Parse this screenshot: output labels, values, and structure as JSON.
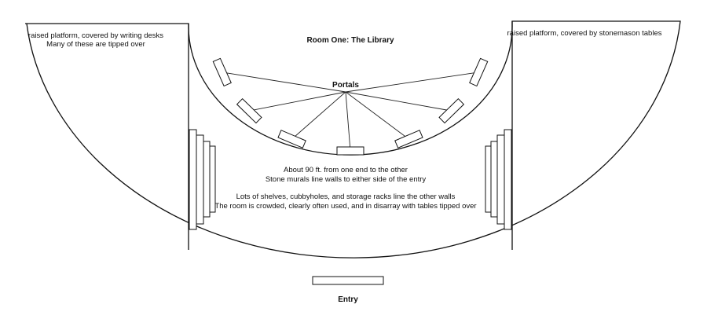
{
  "title": "Room One: The Library",
  "left_platform": {
    "line1": "raised platform, covered by writing desks",
    "line2": "Many of these are tipped over"
  },
  "right_platform": {
    "line1": "raised platform, covered by stonemason tables"
  },
  "portals_label": "Portals",
  "notes": {
    "size": "About 90 ft. from one end to the other",
    "murals": "Stone murals line walls to either side of the entry",
    "shelves": "Lots of shelves, cubbyholes, and storage racks line the other walls",
    "state": "The room is crowded, clearly often used, and in disarray with tables tipped over"
  },
  "entry_label": "Entry",
  "portals": [
    {
      "angle_deg": 158
    },
    {
      "angle_deg": 137
    },
    {
      "angle_deg": 115
    },
    {
      "angle_deg": 90
    },
    {
      "angle_deg": 65
    },
    {
      "angle_deg": 43
    },
    {
      "angle_deg": 22
    }
  ]
}
